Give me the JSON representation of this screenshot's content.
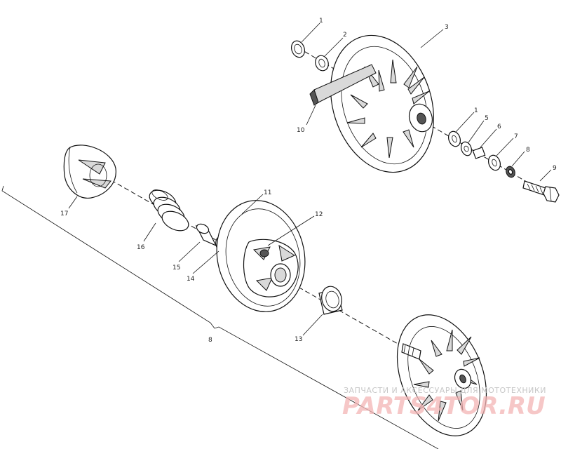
{
  "diagram": {
    "callouts": {
      "c1a": "1",
      "c2": "2",
      "c3": "3",
      "c10": "10",
      "c1b": "1",
      "c5": "5",
      "c6": "6",
      "c7": "7",
      "c8": "8",
      "c9": "9",
      "c17": "17",
      "c11": "11",
      "c12": "12",
      "c16": "16",
      "c15": "15",
      "c14": "14",
      "c13": "13",
      "c8b": "8"
    }
  },
  "watermark": {
    "top_text": "ЗАПЧАСТИ И АКСЕССУАРЫ ДЛЯ МОТОТЕХНИКИ",
    "brand_text": "PARTS4TOR.RU"
  }
}
